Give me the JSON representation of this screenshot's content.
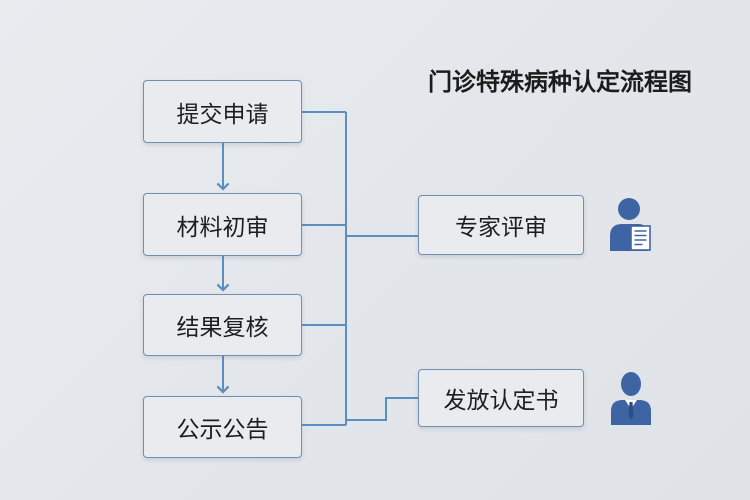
{
  "title": "门诊特殊病种认定流程图",
  "steps": [
    {
      "label": "提交申请"
    },
    {
      "label": "材料初审"
    },
    {
      "label": "结果复核"
    },
    {
      "label": "公示公告"
    }
  ],
  "side_steps": [
    {
      "label": "专家评审"
    },
    {
      "label": "发放认定书"
    }
  ],
  "icons": {
    "expert": "person-with-document-icon",
    "official": "person-in-suit-icon"
  },
  "colors": {
    "line": "#5a8fc0",
    "border": "#6f8fb3",
    "icon": "#3e64a3"
  }
}
